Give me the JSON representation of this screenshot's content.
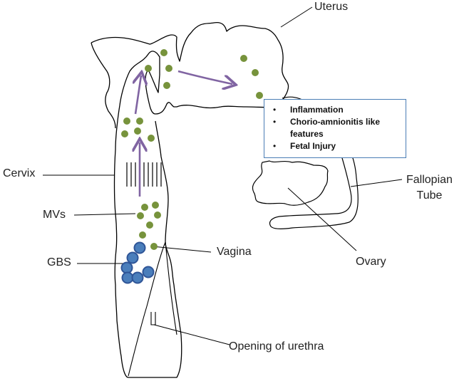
{
  "labels": {
    "uterus": "Uterus",
    "cervix": "Cervix",
    "mvs": "MVs",
    "gbs": "GBS",
    "vagina": "Vagina",
    "fallopian_tube": "Fallopian\nTube",
    "ovary": "Ovary",
    "urethra": "Opening of urethra"
  },
  "callout": {
    "items": [
      "Inflammation",
      "Chorio-amnionitis like features",
      "Fetal Injury"
    ]
  },
  "colors": {
    "mv_dot": "#77933c",
    "gbs_fill": "#4a7ebb",
    "gbs_stroke": "#2f5597",
    "arrow": "#8064a2",
    "outline": "#000000",
    "callout_border": "#4a7eb5"
  }
}
